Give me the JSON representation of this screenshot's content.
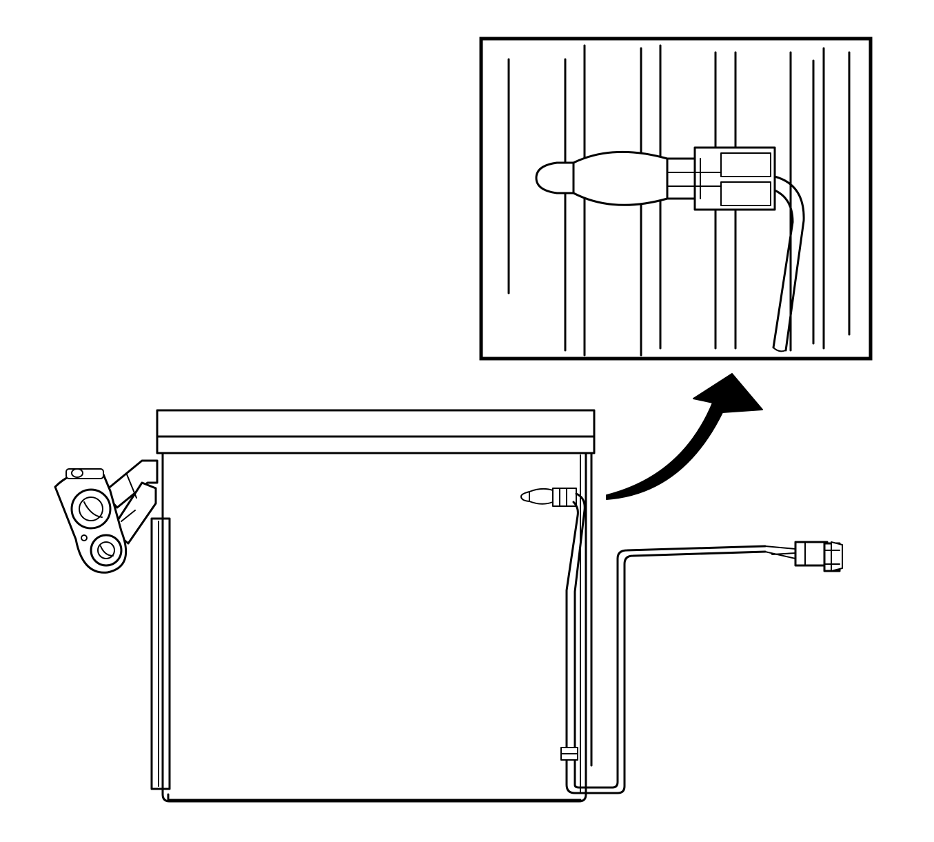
{
  "diagram": {
    "colors": {
      "line": "#000000",
      "background": "#ffffff"
    },
    "parts": [
      "evaporator-core",
      "expansion-valve",
      "temperature-sensor",
      "sensor-connector",
      "wiring-harness",
      "harness-connector",
      "detail-inset",
      "callout-arrow"
    ]
  }
}
